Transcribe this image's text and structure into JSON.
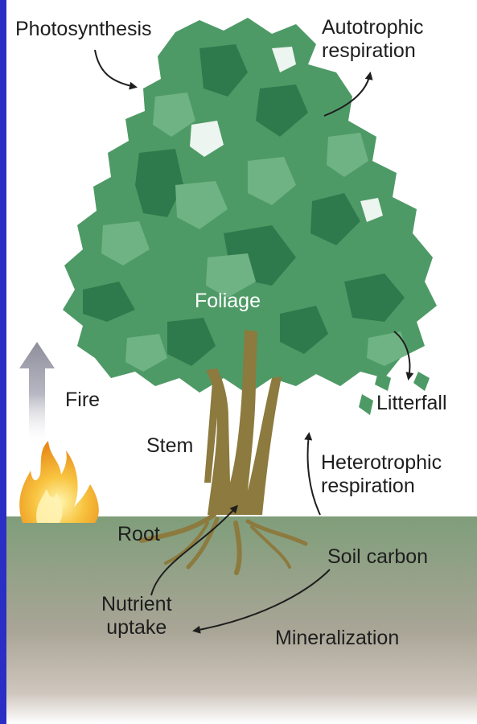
{
  "diagram": {
    "labels": {
      "photosynthesis": "Photosynthesis",
      "autotrophic_respiration": [
        "Autotrophic",
        "respiration"
      ],
      "foliage": "Foliage",
      "fire": "Fire",
      "litterfall": "Litterfall",
      "stem": "Stem",
      "heterotrophic_respiration": [
        "Heterotrophic",
        "respiration"
      ],
      "root": "Root",
      "soil_carbon": "Soil carbon",
      "nutrient_uptake": [
        "Nutrient",
        "uptake"
      ],
      "mineralization": "Mineralization"
    },
    "colors": {
      "frame": "#2a2ec4",
      "canopy_mid": "#4e9a66",
      "canopy_dark": "#2f7a4c",
      "canopy_light": "#6fb385",
      "trunk": "#8c7a3e",
      "soil_top": "#7f9e7a",
      "soil_bottom": "#b9aca2",
      "fire": "#f2a825",
      "arrow": "#1e1e1e"
    }
  }
}
